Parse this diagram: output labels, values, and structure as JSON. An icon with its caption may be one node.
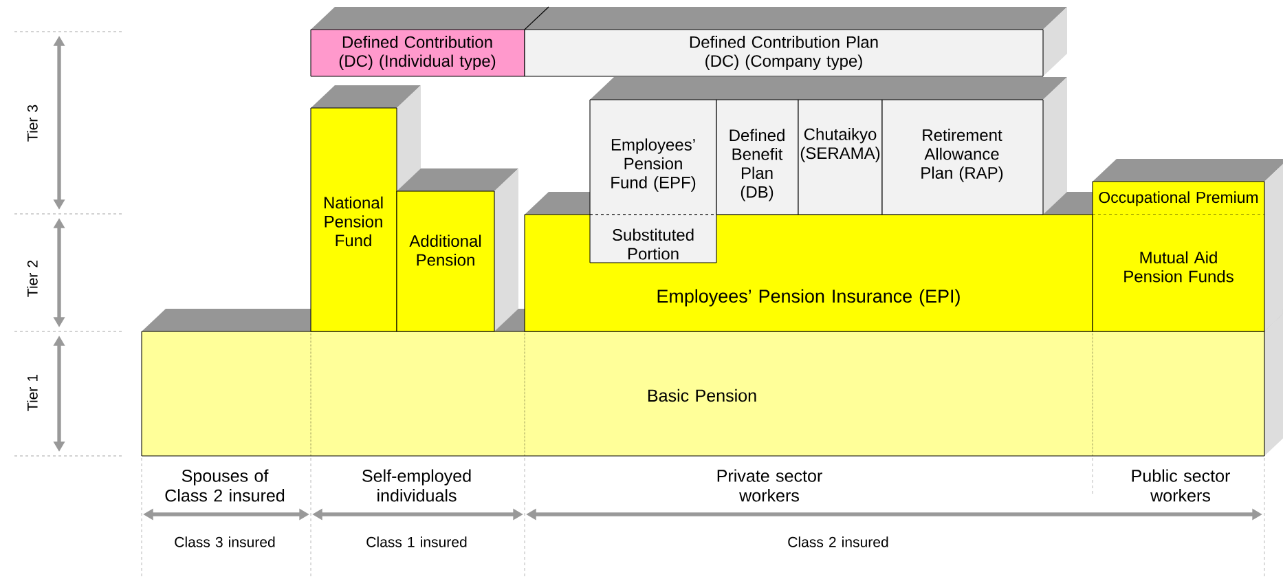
{
  "diagram": {
    "nodes": [
      {
        "text": [
          "Defined Contribution (DC) (Individual type)"
        ]
      },
      {
        "text": [
          "Defined Contribution Plan (DC) (Company type)"
        ]
      },
      {
        "text": [
          "National Pension Fund"
        ]
      },
      {
        "text": [
          "Additional Pension"
        ]
      },
      {
        "text": [
          "Employees’ Pension Fund (EPF)"
        ]
      },
      {
        "text": [
          "Defined Benefit Plan (DB)"
        ]
      },
      {
        "text": [
          "Chutaikyo (SERAMA)"
        ]
      },
      {
        "text": [
          "Retirement Allowance Plan (RAP)"
        ]
      },
      {
        "text": [
          "Occupational Premium"
        ]
      },
      {
        "text": [
          "Substituted Portion"
        ],
        "in": 10
      },
      {
        "text": [
          "Employees’ Pension Insurance (EPI)"
        ]
      },
      {
        "text": [
          "Mutual Aid Pension Funds"
        ]
      },
      {
        "text": [
          "Basic Pension"
        ]
      }
    ],
    "labels": [
      "Tier 3",
      "Tier 2",
      "Tier 1",
      "Spouses of Class 2 insured",
      "Self-employed individuals",
      "Private sector workers",
      "Public sector workers",
      "Class 3 insured",
      "Class 1 insured",
      "Class 2 insured"
    ]
  }
}
